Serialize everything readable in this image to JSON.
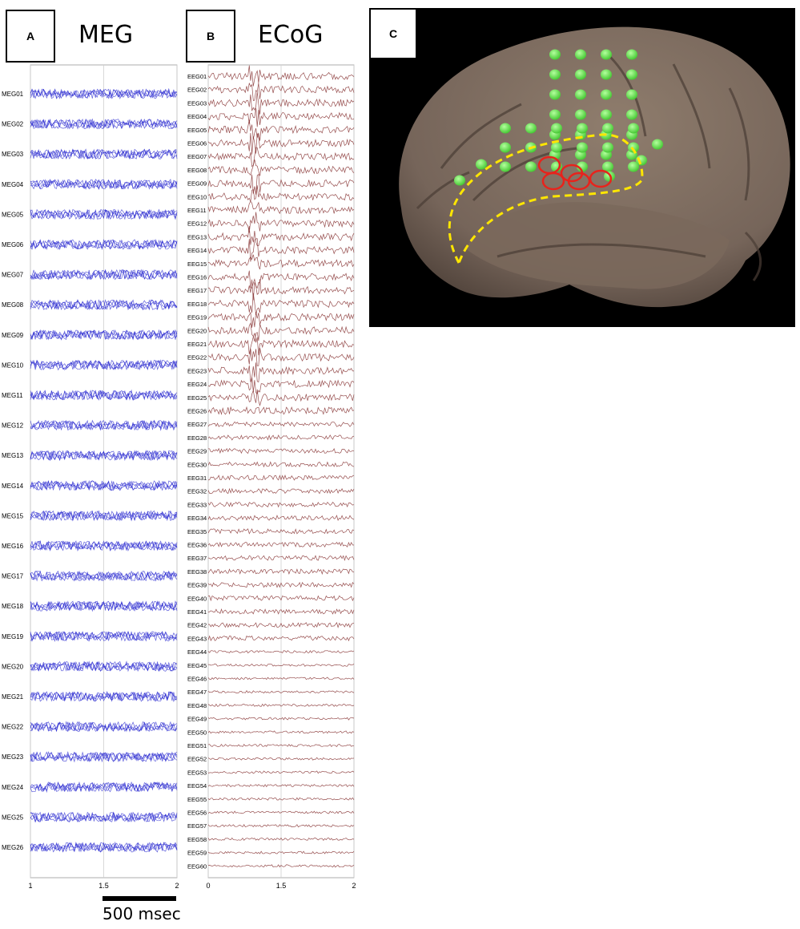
{
  "panelA": {
    "label": "A",
    "title": "MEG",
    "channel_labels": [
      "MEG01",
      "MEG02",
      "MEG03",
      "MEG04",
      "MEG05",
      "MEG06",
      "MEG07",
      "MEG08",
      "MEG09",
      "MEG10",
      "MEG11",
      "MEG12",
      "MEG13",
      "MEG14",
      "MEG15",
      "MEG16",
      "MEG17",
      "MEG18",
      "MEG19",
      "MEG20",
      "MEG21",
      "MEG22",
      "MEG23",
      "MEG24",
      "MEG25",
      "MEG26"
    ],
    "x_ticks": [
      "1",
      "1.5",
      "2"
    ],
    "trace_color": "#2b2bd0"
  },
  "panelB": {
    "label": "B",
    "title": "ECoG",
    "channel_labels": [
      "EEG01",
      "EEG02",
      "EEG03",
      "EEG04",
      "EEG05",
      "EEG06",
      "EEG07",
      "EEG08",
      "EEG09",
      "EEG10",
      "EEG11",
      "EEG12",
      "EEG13",
      "EEG14",
      "EEG15",
      "EEG16",
      "EEG17",
      "EEG18",
      "EEG19",
      "EEG20",
      "EEG21",
      "EEG22",
      "EEG23",
      "EEG24",
      "EEG25",
      "EEG26",
      "EEG27",
      "EEG28",
      "EEG29",
      "EEG30",
      "EEG31",
      "EEG32",
      "EEG33",
      "EEG34",
      "EEG35",
      "EEG36",
      "EEG37",
      "EEG38",
      "EEG39",
      "EEG40",
      "EEG41",
      "EEG42",
      "EEG43",
      "EEG44",
      "EEG45",
      "EEG46",
      "EEG47",
      "EEG48",
      "EEG49",
      "EEG50",
      "EEG51",
      "EEG52",
      "EEG53",
      "EEG54",
      "EEG55",
      "EEG56",
      "EEG57",
      "EEG58",
      "EEG59",
      "EEG60"
    ],
    "x_ticks": [
      "0",
      "1.5",
      "2"
    ],
    "trace_color": "#8b3a3a"
  },
  "panelC": {
    "label": "C",
    "background_color": "#000000",
    "brain_color": "#7d6b5c",
    "electrode_color": "#5fe84a",
    "outline_color": "#ffe600",
    "marker_color": "#e8231c",
    "icon": "brain-surface-rendering"
  },
  "scalebar": {
    "label": "500 msec"
  }
}
